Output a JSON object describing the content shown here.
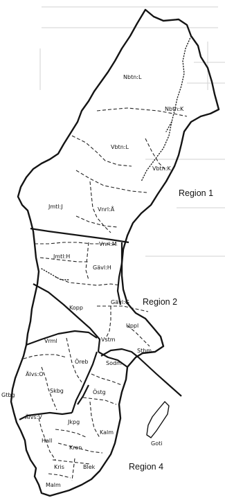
{
  "regions": [
    {
      "label": "Region 1"
    },
    {
      "label": "Region 2"
    },
    {
      "label": "Region 4"
    }
  ],
  "counties": [
    {
      "label": "Nbtn:L"
    },
    {
      "label": "Nbtn:K"
    },
    {
      "label": "Vbtn:L"
    },
    {
      "label": "Vbtn:K"
    },
    {
      "label": "Jmtl:J"
    },
    {
      "label": "Vnrl:Å"
    },
    {
      "label": "Vnrl:M"
    },
    {
      "label": "Jmtl:H"
    },
    {
      "label": "Gävl:H"
    },
    {
      "label": "Gävl:G"
    },
    {
      "label": "Kopp"
    },
    {
      "label": "Uppl"
    },
    {
      "label": "Vrml"
    },
    {
      "label": "Vstm"
    },
    {
      "label": "Sthm"
    },
    {
      "label": "Älvs:O"
    },
    {
      "label": "Öreb"
    },
    {
      "label": "Sodm"
    },
    {
      "label": "Gtbg"
    },
    {
      "label": "Skbg"
    },
    {
      "label": "Östg"
    },
    {
      "label": "Älvs:V"
    },
    {
      "label": "Jkpg"
    },
    {
      "label": "Kalm"
    },
    {
      "label": "Goti"
    },
    {
      "label": "Hall"
    },
    {
      "label": "Kron"
    },
    {
      "label": "Kris"
    },
    {
      "label": "Blek"
    },
    {
      "label": "Malm"
    }
  ]
}
